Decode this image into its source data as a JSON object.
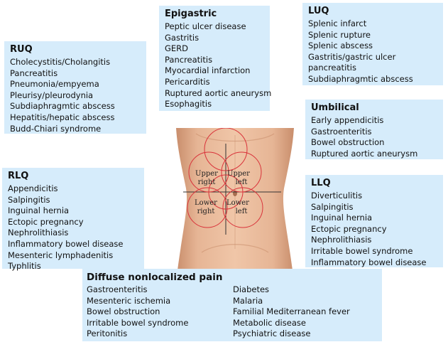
{
  "epigastric": {
    "title": "Epigastric",
    "items": [
      "Peptic ulcer disease",
      "Gastritis",
      "GERD",
      "Pancreatitis",
      "Myocardial infarction",
      "Pericarditis",
      "Ruptured aortic aneurysm",
      "Esophagitis"
    ]
  },
  "luq": {
    "title": "LUQ",
    "items": [
      "Splenic infarct",
      "Splenic rupture",
      "Splenic abscess",
      "Gastritis/gastric ulcer",
      "pancreatitis",
      "Subdiaphragmtic abscess"
    ]
  },
  "ruq": {
    "title": "RUQ",
    "items": [
      "Cholecystitis/Cholangitis",
      "Pancreatitis",
      "Pneumonia/empyema",
      "Pleurisy/pleurodynia",
      "Subdiaphragmtic abscess",
      "Hepatitis/hepatic abscess",
      "Budd-Chiari syndrome"
    ]
  },
  "umbilical": {
    "title": "Umbilical",
    "items": [
      "Early appendicitis",
      "Gastroenteritis",
      "Bowel obstruction",
      "Ruptured aortic aneurysm"
    ]
  },
  "rlq": {
    "title": "RLQ",
    "items": [
      "Appendicitis",
      "Salpingitis",
      "Inguinal hernia",
      "Ectopic pregnancy",
      "Nephrolithiasis",
      "Inflammatory bowel disease",
      "Mesenteric lymphadenitis",
      "Typhlitis"
    ]
  },
  "llq": {
    "title": "LLQ",
    "items": [
      "Diverticulitis",
      "Salpingitis",
      "Inguinal hernia",
      "Ectopic pregnancy",
      "Nephrolithiasis",
      "Irritable bowel syndrome",
      "Inflammatory bowel disease"
    ]
  },
  "diffuse": {
    "title": "Diffuse nonlocalized pain",
    "left_items": [
      "Gastroenteritis",
      "Mesenteric ischemia",
      "Bowel obstruction",
      "Irritable bowel syndrome",
      "Peritonitis"
    ],
    "right_items": [
      "Diabetes",
      "Malaria",
      "Familial Mediterranean fever",
      "Metabolic disease",
      "Psychiatric disease"
    ]
  },
  "abdomen": {
    "upper_right": [
      "Upper",
      "right"
    ],
    "upper_left": [
      "Upper",
      "left"
    ],
    "lower_right": [
      "Lower",
      "right"
    ],
    "lower_left": [
      "Lower",
      "left"
    ]
  },
  "colors": {
    "box_fill": "#d6ecfb",
    "skin": "#e7b999",
    "circle": "#d9323a"
  }
}
